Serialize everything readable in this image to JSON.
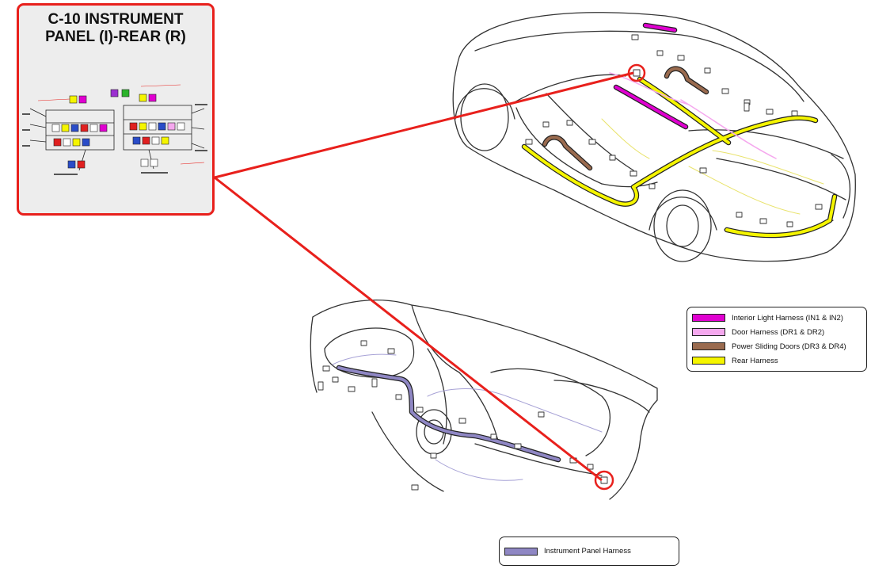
{
  "callout": {
    "title_line1": "C-10 INSTRUMENT",
    "title_line2": "PANEL (I)-REAR (R)"
  },
  "legend_harnesses": {
    "items": [
      {
        "label": "Interior Light Harness (IN1 & IN2)",
        "color": "#e000d0"
      },
      {
        "label": "Door Harness (DR1 & DR2)",
        "color": "#f5a8ee"
      },
      {
        "label": "Power Sliding Doors (DR3 & DR4)",
        "color": "#9a6b4f"
      },
      {
        "label": "Rear Harness",
        "color": "#f5f500"
      }
    ]
  },
  "legend_instrument": {
    "label": "Instrument Panel Harness",
    "color": "#8f87c4"
  },
  "colors": {
    "callout_border": "#e8201c",
    "leader_line": "#e8201c",
    "instrument_panel_harness": "#3a3a5a",
    "rear_harness": "#f5f500",
    "interior_light_harness": "#e000d0",
    "power_sliding_door_harness": "#9a6b4f",
    "door_harness": "#f5a8ee",
    "wire_trace": "#a7a2d6",
    "outline": "#333333"
  }
}
